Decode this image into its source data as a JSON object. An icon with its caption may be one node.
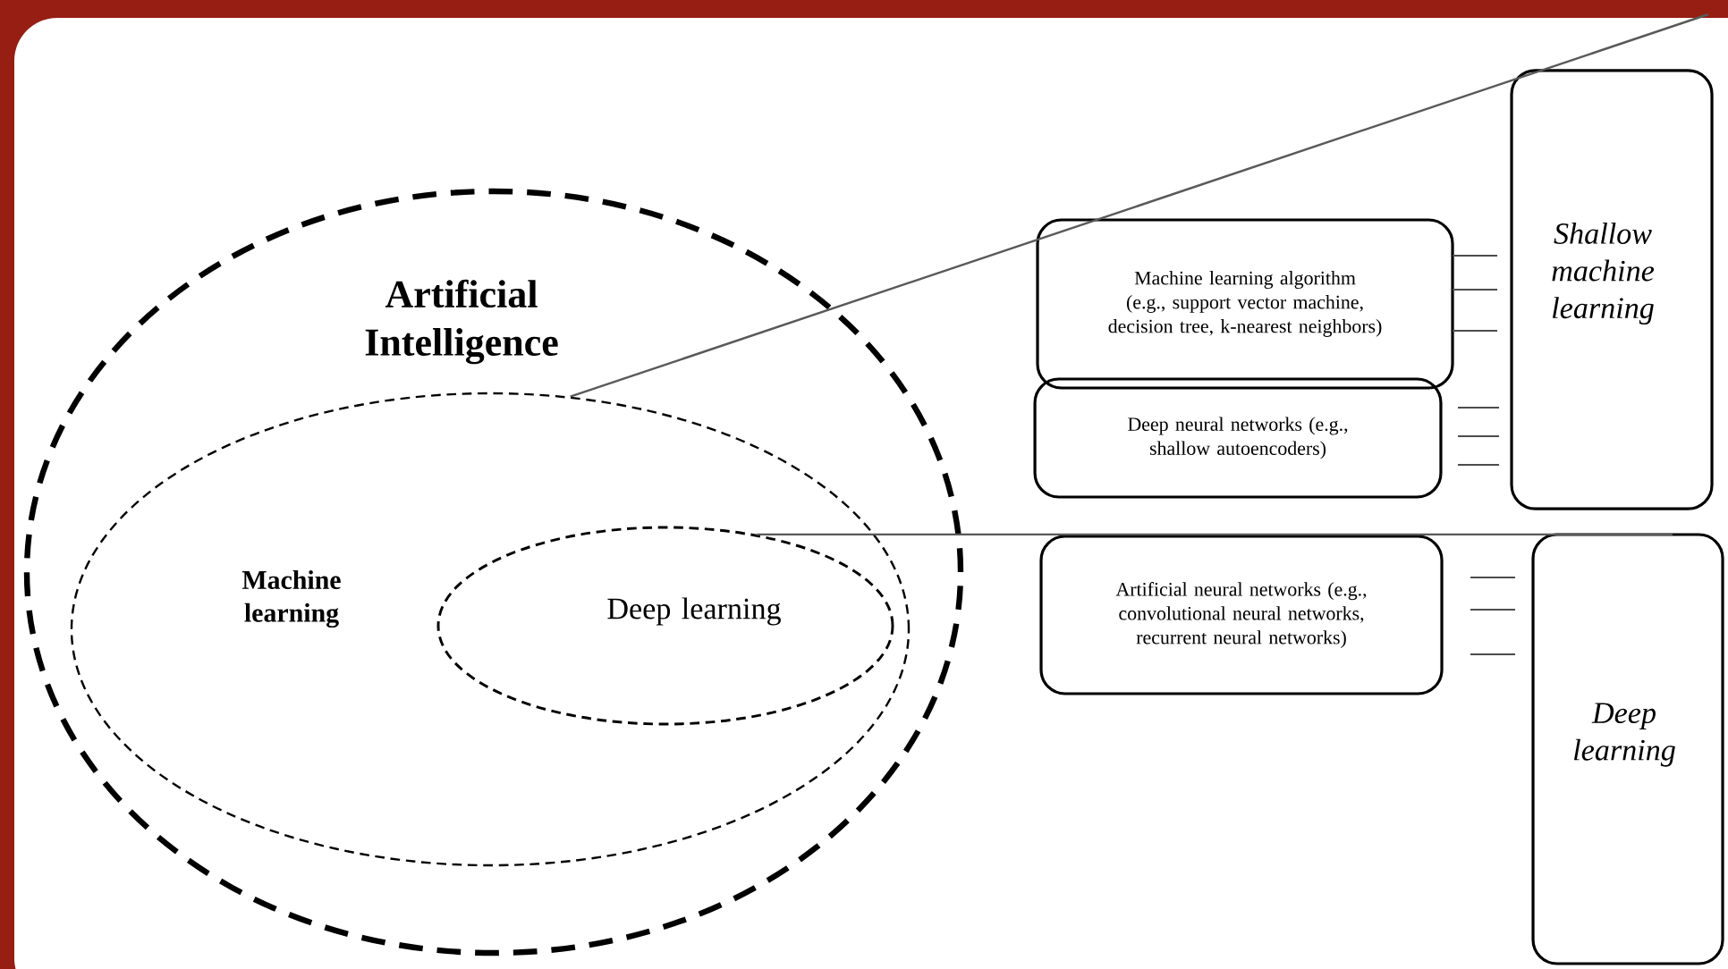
{
  "diagram": {
    "nodes": [
      {
        "text": [
          "Artificial Intelligence"
        ]
      },
      {
        "text": [
          "Machine learning"
        ],
        "in": 0
      },
      {
        "text": [
          "Deep learning"
        ],
        "in": 1
      },
      {
        "text": [
          "Machine learning algorithm (e.g., support vector machine, decision tree, k-nearest neighbors)"
        ]
      },
      {
        "text": [
          "Deep neural networks (e.g., shallow autoencoders)"
        ]
      },
      {
        "text": [
          "Artificial neural networks (e.g., convolutional neural networks, recurrent neural networks)"
        ]
      },
      {
        "text": [
          "Shallow machine learning"
        ]
      },
      {
        "text": [
          "Deep learning"
        ]
      }
    ],
    "edges": [
      {
        "from": 1,
        "to": null,
        "arrow": "none"
      },
      {
        "from": 2,
        "to": 7,
        "arrow": "none"
      }
    ]
  }
}
